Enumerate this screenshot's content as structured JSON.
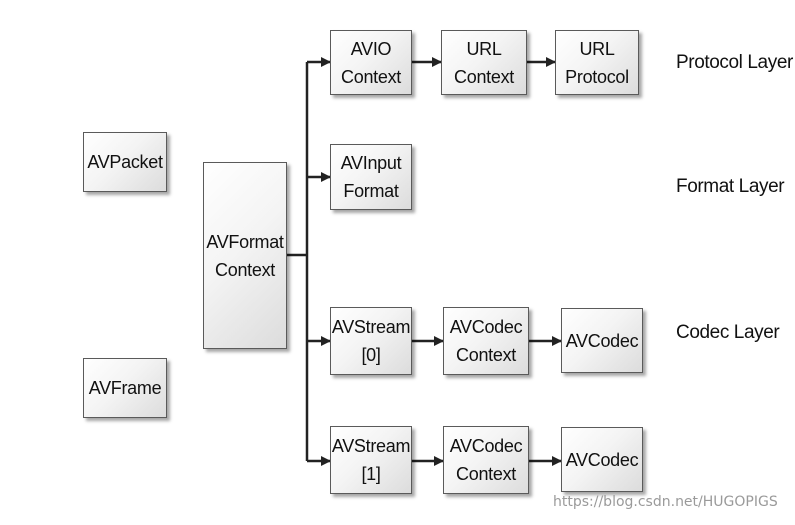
{
  "boxes": {
    "avpacket": {
      "lines": [
        "AVPacket"
      ]
    },
    "avframe": {
      "lines": [
        "AVFrame"
      ]
    },
    "avformat_context": {
      "lines": [
        "AVFormat",
        "Context"
      ]
    },
    "avio_context": {
      "lines": [
        "AVIO",
        "Context"
      ]
    },
    "url_context": {
      "lines": [
        "URL",
        "Context"
      ]
    },
    "url_protocol": {
      "lines": [
        "URL",
        "Protocol"
      ]
    },
    "avinput_format": {
      "lines": [
        "AVInput",
        "Format"
      ]
    },
    "avstream_0": {
      "lines": [
        "AVStream",
        "[0]"
      ]
    },
    "avcodec_context_0": {
      "lines": [
        "AVCodec",
        "Context"
      ]
    },
    "avcodec_0": {
      "lines": [
        "AVCodec"
      ]
    },
    "avstream_1": {
      "lines": [
        "AVStream",
        "[1]"
      ]
    },
    "avcodec_context_1": {
      "lines": [
        "AVCodec",
        "Context"
      ]
    },
    "avcodec_1": {
      "lines": [
        "AVCodec"
      ]
    }
  },
  "layers": {
    "protocol": "Protocol Layer",
    "format": "Format Layer",
    "codec": "Codec Layer"
  },
  "watermark": "https://blog.csdn.net/HUGOPIGS",
  "colors": {
    "line": "#222222",
    "border": "#5a5a5a",
    "watermark": "#9a9a9a"
  }
}
